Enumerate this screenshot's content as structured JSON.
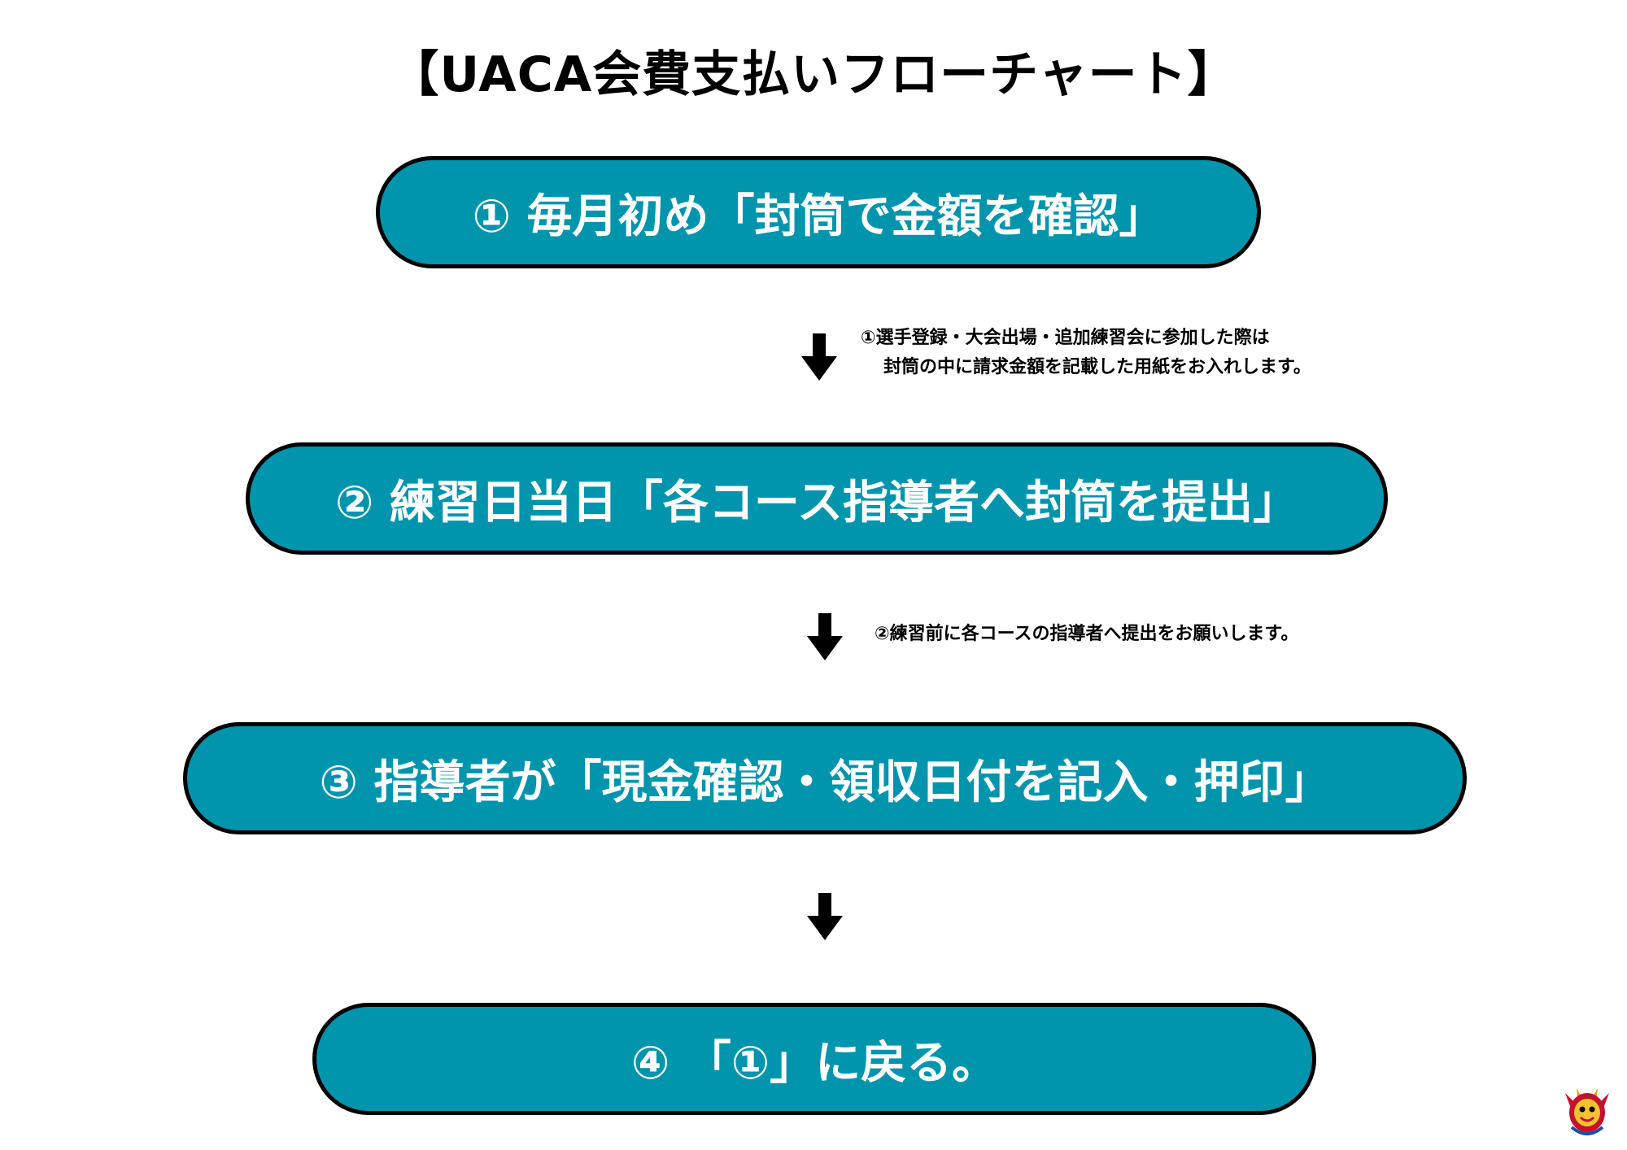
{
  "title": "【UACA会費支払いフローチャート】",
  "steps": [
    {
      "label": "① 毎月初め「封筒で金額を確認」"
    },
    {
      "label": "② 練習日当日「各コース指導者へ封筒を提出」"
    },
    {
      "label": "③ 指導者が「現金確認・領収日付を記入・押印」"
    },
    {
      "label": "④ 「①」に戻る。"
    }
  ],
  "notes": {
    "note1": {
      "line1": "①選手登録・大会出場・追加練習会に参加した際は",
      "line2": "封筒の中に請求金額を記載した用紙をお入れします。"
    },
    "note2": {
      "line1": "②練習前に各コースの指導者へ提出をお願いします。"
    }
  },
  "colors": {
    "step_fill": "#0095ad",
    "step_border": "#000000",
    "step_text": "#ffffff",
    "arrow": "#000000"
  },
  "icons": {
    "arrow": "down-arrow-icon",
    "logo": "club-emblem-logo"
  }
}
